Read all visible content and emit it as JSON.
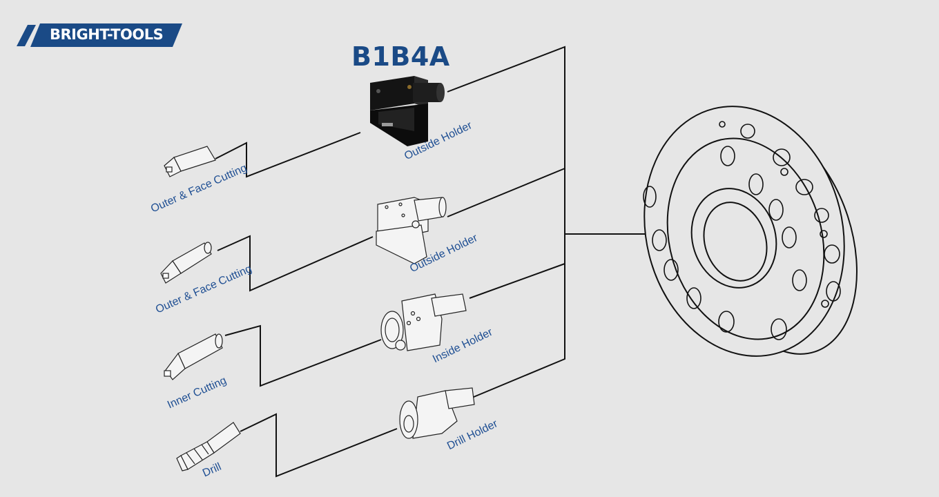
{
  "brand": {
    "name": "BRIGHT-TOOLS"
  },
  "diagram": {
    "title": "B1B4A",
    "holders": [
      {
        "label": "Outside  Holder"
      },
      {
        "label": "Outside  Holder"
      },
      {
        "label": "Inside Holder"
      },
      {
        "label": "Drill Holder"
      }
    ],
    "tools": [
      {
        "label": "Outer & Face Cutting"
      },
      {
        "label": "Outer & Face Cutting"
      },
      {
        "label": "Inner Cutting"
      },
      {
        "label": "Drill"
      }
    ]
  },
  "colors": {
    "brand_blue": "#1a4a86",
    "label_blue": "#1f4f93",
    "background": "#e6e6e6",
    "line": "#111111"
  }
}
